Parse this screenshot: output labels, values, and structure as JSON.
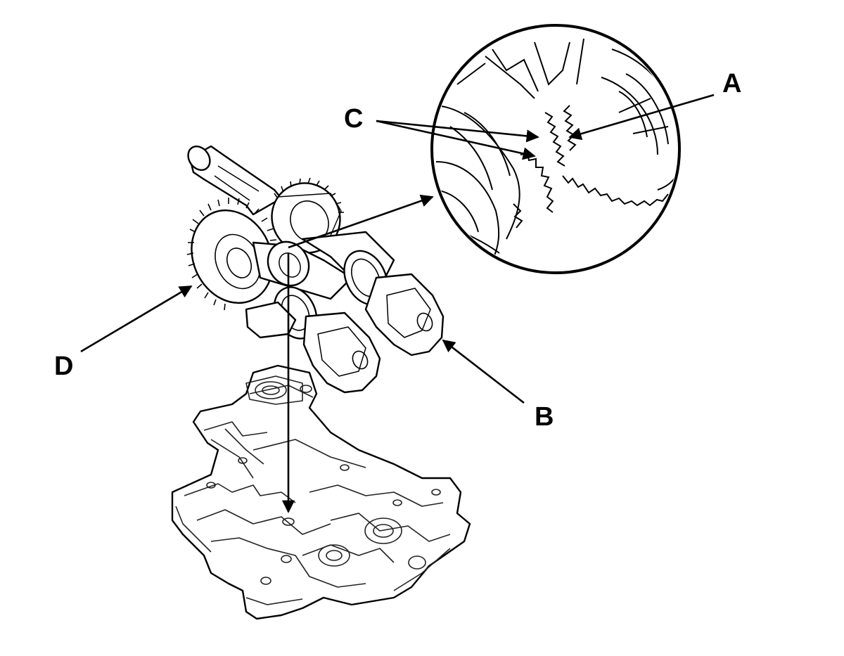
{
  "callouts": {
    "a": "A",
    "b": "B",
    "c": "C",
    "d": "D"
  },
  "colors": {
    "line": "#000000",
    "thin_line": "#444444",
    "fill": "#ffffff",
    "background": "#ffffff"
  },
  "parts": {
    "a": "drive-gear-tooth",
    "b": "balancer-weight",
    "c": "gear-tooth-pair",
    "d": "driven-gear"
  }
}
